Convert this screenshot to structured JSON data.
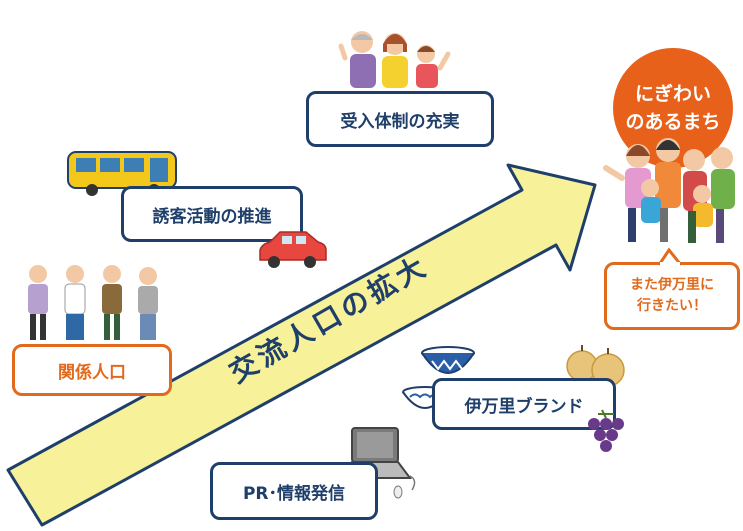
{
  "arrow_label": "交流人口の拡大",
  "goal": {
    "line1": "にぎわい",
    "line2": "のあるまち"
  },
  "speech": {
    "line1": "また伊万里に",
    "line2": "行きたい！"
  },
  "boxes": {
    "reception": "受入体制の充実",
    "tourism": "誘客活動の推進",
    "related_population": "関係人口",
    "brand": "伊万里ブランド",
    "pr": "PR･情報発信"
  },
  "colors": {
    "navy": "#1f3f6b",
    "orange": "#e26a1c",
    "arrow_fill": "#f7f19a"
  },
  "icons": [
    "family-group-icon",
    "bus-icon",
    "car-icon",
    "people-group-icon",
    "large-family-icon",
    "imari-bowl-icon",
    "pear-icon",
    "grapes-icon",
    "laptop-icon"
  ]
}
